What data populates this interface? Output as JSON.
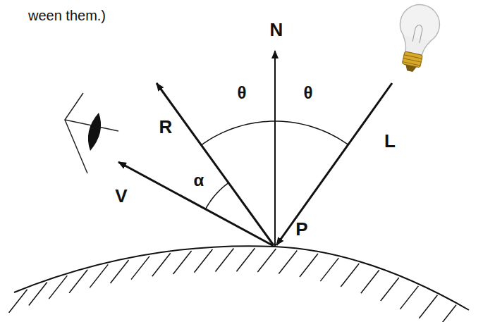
{
  "diagram": {
    "labels": [
      "ween them.)",
      "N",
      "θ",
      "θ",
      "R",
      "L",
      "V",
      "α",
      "P"
    ]
  }
}
